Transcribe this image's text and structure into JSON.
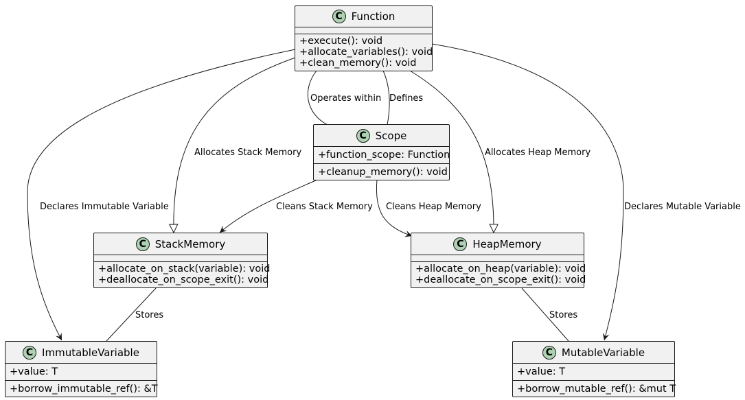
{
  "classes": {
    "function": {
      "name": "Function",
      "badge": "C",
      "fields": [],
      "methods": [
        "+execute(): void",
        "+allocate_variables(): void",
        "+clean_memory(): void"
      ]
    },
    "scope": {
      "name": "Scope",
      "badge": "C",
      "fields": [
        "+function_scope: Function"
      ],
      "methods": [
        "+cleanup_memory(): void"
      ]
    },
    "stack_memory": {
      "name": "StackMemory",
      "badge": "C",
      "fields": [],
      "methods": [
        "+allocate_on_stack(variable): void",
        "+deallocate_on_scope_exit(): void"
      ]
    },
    "heap_memory": {
      "name": "HeapMemory",
      "badge": "C",
      "fields": [],
      "methods": [
        "+allocate_on_heap(variable): void",
        "+deallocate_on_scope_exit(): void"
      ]
    },
    "immutable_variable": {
      "name": "ImmutableVariable",
      "badge": "C",
      "fields": [
        "+value: T"
      ],
      "methods": [
        "+borrow_immutable_ref(): &T"
      ]
    },
    "mutable_variable": {
      "name": "MutableVariable",
      "badge": "C",
      "fields": [
        "+value: T"
      ],
      "methods": [
        "+borrow_mutable_ref(): &mut T"
      ]
    }
  },
  "edges": {
    "operates_within": "Operates within",
    "defines": "Defines",
    "allocates_stack": "Allocates Stack Memory",
    "allocates_heap": "Allocates Heap Memory",
    "declares_immutable": "Declares Immutable Variable",
    "declares_mutable": "Declares Mutable Variable",
    "cleans_stack": "Cleans Stack Memory",
    "cleans_heap": "Cleans Heap Memory",
    "stores_stack": "Stores",
    "stores_heap": "Stores"
  },
  "colors": {
    "class_fill": "#f1f1f1",
    "class_border": "#181818",
    "badge_fill": "#add1b2",
    "edge": "#181818"
  }
}
